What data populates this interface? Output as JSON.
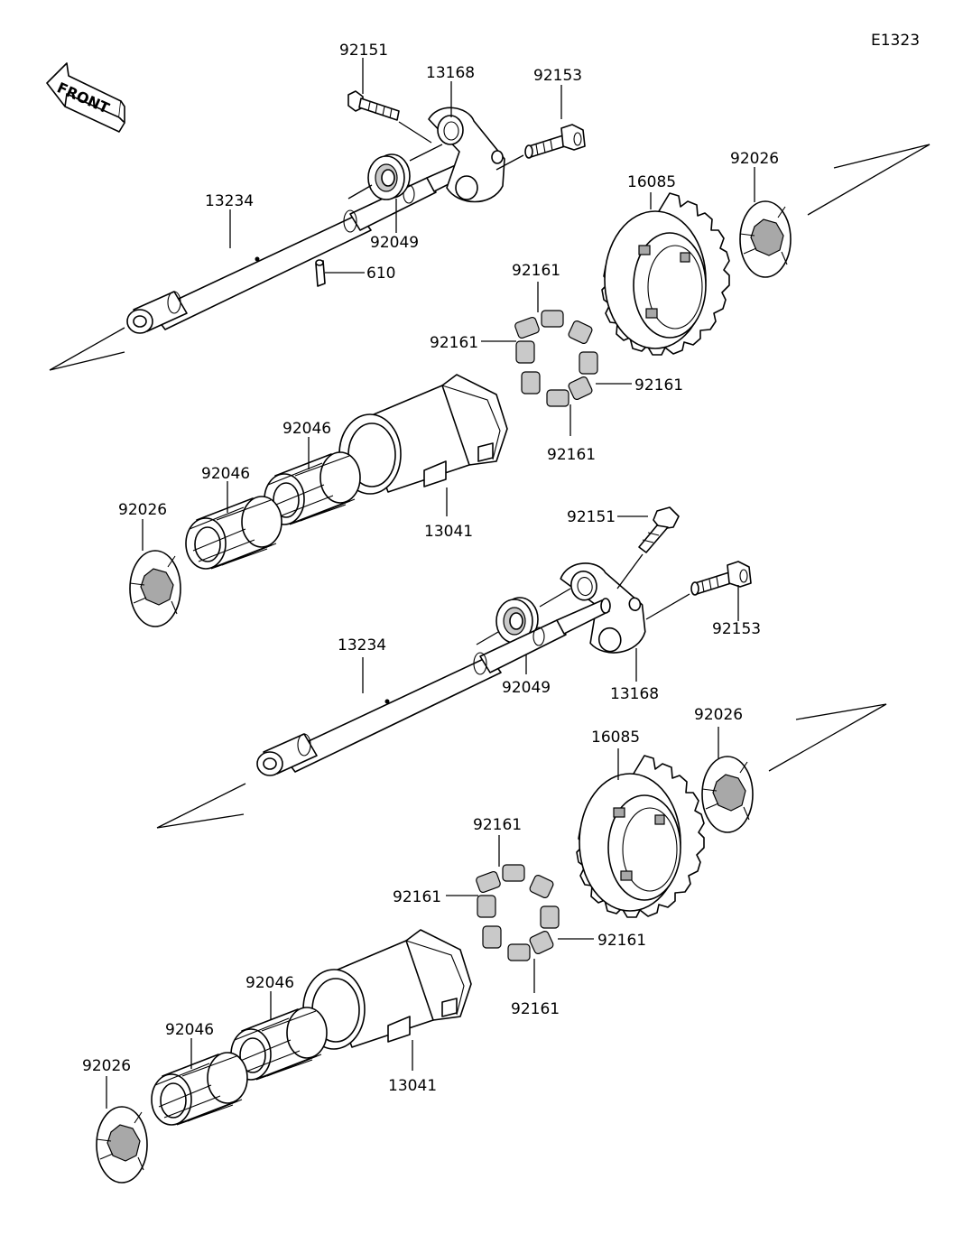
{
  "diagram_code": "E1323",
  "front_label": "FRONT",
  "callouts": {
    "shaft_1": "13234",
    "shaft_2": "13234",
    "lever_1": "13168",
    "lever_2": "13168",
    "bolt_a_1": "92151",
    "bolt_a_2": "92151",
    "bolt_b_1": "92153",
    "bolt_b_2": "92153",
    "seal_1": "92049",
    "seal_2": "92049",
    "pin": "610",
    "gear_1": "16085",
    "gear_2": "16085",
    "washer_1": "92026",
    "washer_2": "92026",
    "washer_3": "92026",
    "washer_4": "92026",
    "damper_1a": "92161",
    "damper_1b": "92161",
    "damper_1c": "92161",
    "damper_1d": "92161",
    "damper_2a": "92161",
    "damper_2b": "92161",
    "damper_2c": "92161",
    "damper_2d": "92161",
    "bearing_1a": "92046",
    "bearing_1b": "92046",
    "bearing_2a": "92046",
    "bearing_2b": "92046",
    "hub_1": "13041",
    "hub_2": "13041"
  }
}
